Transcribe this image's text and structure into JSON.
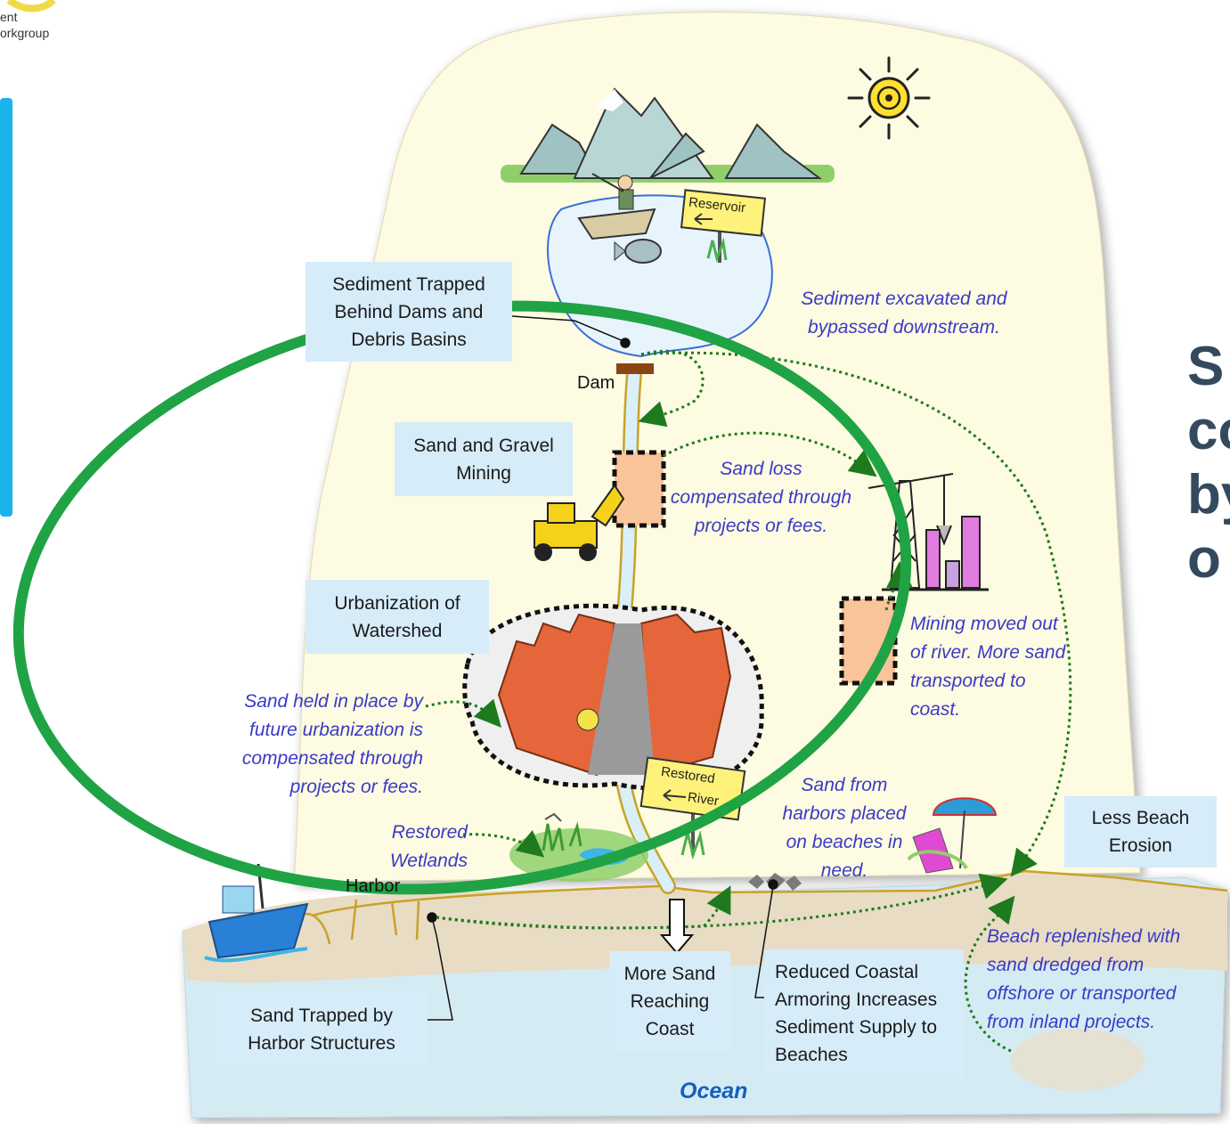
{
  "logo": {
    "line1": "ent",
    "line2": "orkgroup"
  },
  "side_title": {
    "lines": [
      "S",
      "co",
      "by",
      "o"
    ]
  },
  "boxes": {
    "sediment_trapped": "Sediment Trapped Behind Dams and Debris Basins",
    "sand_gravel": "Sand and Gravel Mining",
    "urbanization": "Urbanization of Watershed",
    "less_erosion": "Less Beach Erosion",
    "harbor_trap": "Sand Trapped by Harbor Structures",
    "more_sand": "More Sand Reaching Coast",
    "reduced_armoring": "Reduced Coastal Armoring Increases Sediment Supply to Beaches"
  },
  "annotations": {
    "excavated": "Sediment excavated and bypassed downstream.",
    "sand_loss": "Sand loss compensated through projects or fees.",
    "mining_moved": "Mining moved out of river. More sand transported to coast.",
    "sand_held": "Sand held in place by future urbanization is compensated through projects or fees.",
    "restored_wetlands": "Restored Wetlands",
    "harbors": "Sand from harbors placed on beaches in need.",
    "replenished": "Beach replenished with sand dredged from offshore or transported from inland projects."
  },
  "labels": {
    "dam": "Dam",
    "harbor": "Harbor",
    "ocean": "Ocean"
  },
  "signs": {
    "reservoir": "Reservoir",
    "restored_1": "Restored",
    "restored_2": "River"
  },
  "icons": [
    "sun-icon",
    "mountains-icon",
    "fisherman-boat-icon",
    "fish-icon",
    "loader-truck-icon",
    "crane-icon",
    "city-icon",
    "beach-umbrella-icon",
    "ship-icon",
    "rocks-icon",
    "bird-icon"
  ],
  "colors": {
    "land": "#fdfbe1",
    "ocean": "#d5ebf3",
    "beach": "#e8dcc4",
    "ellipse": "#1fa344",
    "arrow": "#1e7a1e",
    "label_bg": "#d6ecf9",
    "annotation": "#3a3ac8",
    "mining": "#f9c49a"
  }
}
